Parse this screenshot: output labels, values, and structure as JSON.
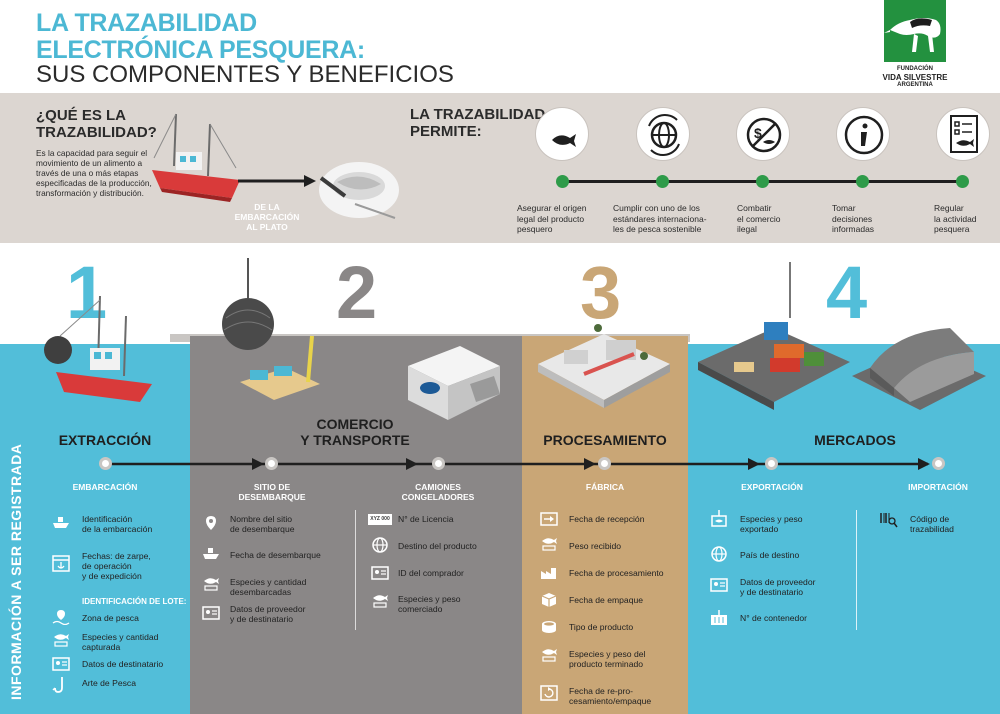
{
  "header": {
    "title_line1": "LA TRAZABILIDAD",
    "title_line2": "ELECTRÓNICA PESQUERA:",
    "title_line3": "SUS COMPONENTES Y BENEFICIOS",
    "logo_line1": "FUNDACIÓN",
    "logo_line2": "VIDA SILVESTRE",
    "logo_line3": "ARGENTINA"
  },
  "que_es": {
    "title_line1": "¿QUÉ ES LA",
    "title_line2": "TRAZABILIDAD?",
    "text": "Es la capacidad para seguir el movimiento de un alimento a través de una o más etapas especificadas de la producción, transformación y distribución.",
    "caption_line1": "DE LA",
    "caption_line2": "EMBARCACIÓN",
    "caption_line3": "AL PLATO"
  },
  "permite": {
    "title_line1": "LA TRAZABILIDAD",
    "title_line2": "PERMITE:",
    "items": [
      {
        "icon": "fish-drop-icon",
        "line1": "Asegurar el origen",
        "line2": "legal del producto",
        "line3": "pesquero"
      },
      {
        "icon": "globe-icon",
        "line1": "Cumplir con uno de los",
        "line2": "estándares internaciona-",
        "line3": "les de pesca sostenible"
      },
      {
        "icon": "no-illegal-icon",
        "line1": "Combatir",
        "line2": "el comercio",
        "line3": "ilegal"
      },
      {
        "icon": "info-icon",
        "line1": "Tomar",
        "line2": "decisiones",
        "line3": "informadas"
      },
      {
        "icon": "checklist-icon",
        "line1": "Regular",
        "line2": "la actividad",
        "line3": "pesquera"
      }
    ]
  },
  "stages": {
    "n1": "1",
    "n2": "2",
    "n3": "3",
    "n4": "4",
    "extraccion": "EXTRACCIÓN",
    "comercio_line1": "COMERCIO",
    "comercio_line2": "Y TRANSPORTE",
    "procesamiento": "PROCESAMIENTO",
    "mercados": "MERCADOS"
  },
  "side_label": "INFORMACIÓN A SER REGISTRADA",
  "columns": {
    "embarcacion": {
      "title": "EMBARCACIÓN",
      "items": [
        {
          "icon": "ship-icon",
          "line1": "Identificación",
          "line2": "de la embarcación"
        },
        {
          "icon": "calendar-anchor-icon",
          "line1": "Fechas: de zarpe,",
          "line2": "de operación",
          "line3": "y de expedición"
        }
      ],
      "lote_title": "IDENTIFICACIÓN DE LOTE:",
      "lote_items": [
        {
          "icon": "location-wave-icon",
          "line1": "Zona de pesca"
        },
        {
          "icon": "fish-scale-icon",
          "line1": "Especies y cantidad",
          "line2": "capturada"
        },
        {
          "icon": "id-card-icon",
          "line1": "Datos de destinatario"
        },
        {
          "icon": "fishhook-icon",
          "line1": "Arte de Pesca"
        }
      ]
    },
    "sitio": {
      "title_line1": "SITIO DE",
      "title_line2": "DESEMBARQUE",
      "items": [
        {
          "icon": "pin-icon",
          "line1": "Nombre del sitio",
          "line2": "de desembarque"
        },
        {
          "icon": "ship-icon",
          "line1": "Fecha de desembarque"
        },
        {
          "icon": "fish-scale-icon",
          "line1": "Especies y cantidad",
          "line2": "desembarcadas"
        },
        {
          "icon": "id-card-icon",
          "line1": "Datos de proveedor",
          "line2": "y de destinatario"
        }
      ]
    },
    "camiones": {
      "title_line1": "CAMIONES",
      "title_line2": "CONGELADORES",
      "plate": "XYZ 000",
      "items": [
        {
          "icon": "license-plate-icon",
          "line1": "N° de Licencia"
        },
        {
          "icon": "globe-icon",
          "line1": "Destino del producto"
        },
        {
          "icon": "id-card-icon",
          "line1": "ID del comprador"
        },
        {
          "icon": "fish-scale-icon",
          "line1": "Especies y peso",
          "line2": "comerciado"
        }
      ]
    },
    "fabrica": {
      "title": "FÁBRICA",
      "items": [
        {
          "icon": "arrow-in-icon",
          "line1": "Fecha de recepción"
        },
        {
          "icon": "fish-scale-icon",
          "line1": "Peso recibido"
        },
        {
          "icon": "factory-icon",
          "line1": "Fecha de procesamiento"
        },
        {
          "icon": "package-icon",
          "line1": "Fecha de empaque"
        },
        {
          "icon": "can-icon",
          "line1": "Tipo de producto"
        },
        {
          "icon": "fish-scale-icon",
          "line1": "Especies y peso del",
          "line2": "producto terminado"
        },
        {
          "icon": "recycle-icon",
          "line1": "Fecha de re-pro-",
          "line2": "cesamiento/empaque"
        }
      ]
    },
    "exportacion": {
      "title": "EXPORTACIÓN",
      "items": [
        {
          "icon": "crane-scale-icon",
          "line1": "Especies y peso",
          "line2": "exportado"
        },
        {
          "icon": "globe-icon",
          "line1": "País de destino"
        },
        {
          "icon": "id-card-icon",
          "line1": "Datos de proveedor",
          "line2": "y de destinatario"
        },
        {
          "icon": "container-icon",
          "line1": "N° de contenedor"
        }
      ]
    },
    "importacion": {
      "title": "IMPORTACIÓN",
      "items": [
        {
          "icon": "barcode-search-icon",
          "line1": "Código de",
          "line2": "trazabilidad"
        }
      ]
    }
  }
}
